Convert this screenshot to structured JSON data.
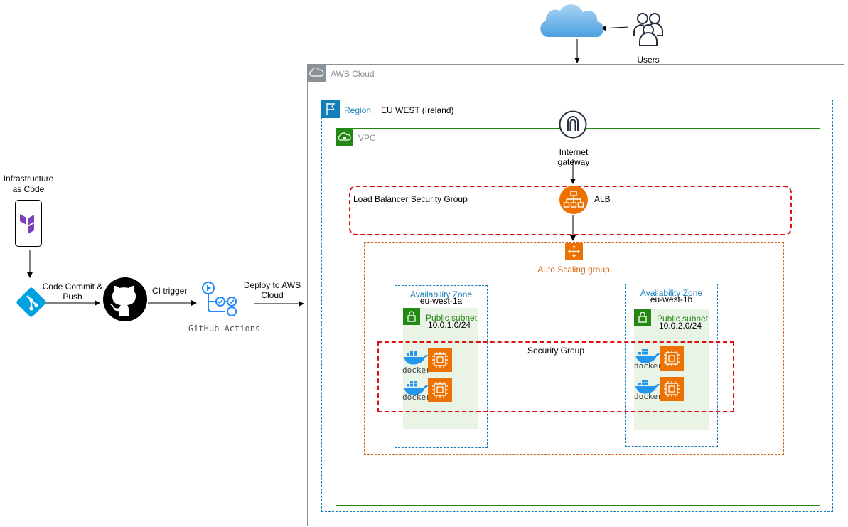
{
  "pipeline": {
    "iac_label": "Infrastructure\nas Code",
    "commit_label": "Code Commit &\nPush",
    "ci_label": "CI trigger",
    "actions_label": "GitHub Actions",
    "deploy_label": "Deploy to AWS\nCloud"
  },
  "internet": {
    "users_label": "Users"
  },
  "aws": {
    "cloud_label": "AWS Cloud",
    "region_label": "Region",
    "region_name": "EU WEST (Ireland)",
    "vpc_label": "VPC",
    "igw_label": "Internet\ngateway",
    "lb_sg_label": "Load Balancer Security Group",
    "alb_label": "ALB",
    "asg_label": "Auto Scaling group",
    "sg_label": "Security Group",
    "zones": [
      {
        "title": "Availability Zone",
        "name": "eu-west-1a",
        "subnet_label": "Public subnet",
        "cidr": "10.0.1.0/24"
      },
      {
        "title": "Availability Zone",
        "name": "eu-west-1b",
        "subnet_label": "Public subnet",
        "cidr": "10.0.2.0/24"
      }
    ],
    "docker_label": "docker"
  },
  "colors": {
    "aws_gray": "#879196",
    "region_blue": "#147eba",
    "vpc_green": "#248814",
    "asg_orange": "#d86613",
    "sg_red": "#dd1111",
    "docker_blue": "#2396ed",
    "ec2_orange": "#ed7100",
    "subnet_fill": "#e9f3e6",
    "git_blue": "#00a1e0",
    "terraform_purple": "#7b42bc",
    "actions_blue": "#2088ff"
  }
}
